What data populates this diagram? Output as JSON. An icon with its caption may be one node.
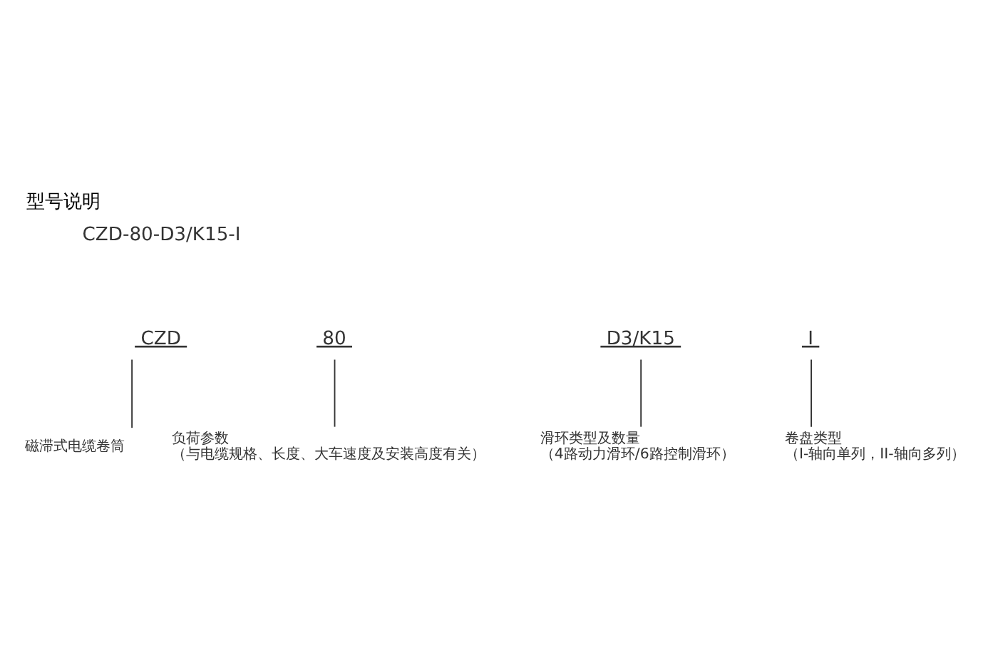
{
  "diagram": {
    "title": "型号说明",
    "nodes": [
      {
        "text": [
          "CZD"
        ]
      },
      {
        "text": [
          "80"
        ]
      },
      {
        "text": [
          "D3/K15"
        ]
      },
      {
        "text": [
          "I"
        ]
      },
      {
        "text": [
          "卷盘类型",
          "（I-轴向单列，II-轴向多列）"
        ]
      },
      {
        "text": [
          "滑环类型及数量",
          "（4路动力滑环/6路控制滑环）"
        ]
      },
      {
        "text": [
          "负荷参数",
          "（与电缆规格、长度、大车速度及安装高度有关）"
        ]
      },
      {
        "text": [
          "磁滞式电缆卷筒"
        ]
      }
    ],
    "edges": [
      {
        "from": 3,
        "to": 4,
        "arrow": "none"
      },
      {
        "from": 2,
        "to": 5,
        "arrow": "none"
      },
      {
        "from": 1,
        "to": 6,
        "arrow": "none"
      },
      {
        "from": 0,
        "to": 7,
        "arrow": "none"
      }
    ],
    "labels": [
      "CZD-80-D3/K15-I"
    ]
  }
}
